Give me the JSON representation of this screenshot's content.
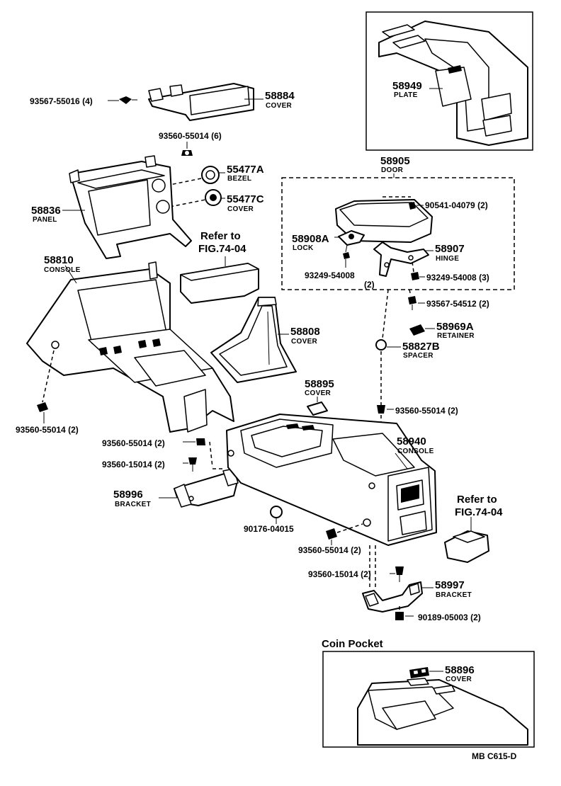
{
  "parts": {
    "cover_top": {
      "number": "58884",
      "name": "COVER"
    },
    "screw_top": {
      "number": "93567-55016 (4)"
    },
    "screw_6": {
      "number": "93560-55014 (6)"
    },
    "bezel": {
      "number": "55477A",
      "name": "BEZEL"
    },
    "cover_c": {
      "number": "55477C",
      "name": "COVER"
    },
    "panel": {
      "number": "58836",
      "name": "PANEL"
    },
    "console_front": {
      "number": "58810",
      "name": "CONSOLE"
    },
    "screw_front": {
      "number": "93560-55014 (2)"
    },
    "screw_bracket_a": {
      "number": "93560-55014 (2)"
    },
    "screw_bracket_b": {
      "number": "93560-15014 (2)"
    },
    "bracket_front": {
      "number": "58996",
      "name": "BRACKET"
    },
    "plug": {
      "number": "90176-04015"
    },
    "screw_rear_a": {
      "number": "93560-55014 (2)"
    },
    "screw_rear_b": {
      "number": "93560-15014 (2)"
    },
    "bracket_rear": {
      "number": "58997",
      "name": "BRACKET"
    },
    "nut_rear": {
      "number": "90189-05003 (2)"
    },
    "plate": {
      "number": "58949",
      "name": "PLATE"
    },
    "door": {
      "number": "58905",
      "name": "DOOR"
    },
    "bumper": {
      "number": "90541-04079 (2)"
    },
    "lock": {
      "number": "58908A",
      "name": "LOCK"
    },
    "hinge": {
      "number": "58907",
      "name": "HINGE"
    },
    "screw_lock": {
      "number": "93249-54008",
      "qty": "(2)"
    },
    "screw_hinge": {
      "number": "93249-54008 (3)"
    },
    "screw_door": {
      "number": "93567-54512 (2)"
    },
    "retainer": {
      "number": "58969A",
      "name": "RETAINER"
    },
    "spacer": {
      "number": "58827B",
      "name": "SPACER"
    },
    "shift_cover": {
      "number": "58808",
      "name": "COVER"
    },
    "small_cover": {
      "number": "58895",
      "name": "COVER"
    },
    "screw_mid": {
      "number": "93560-55014 (2)"
    },
    "console_rear": {
      "number": "58940",
      "name": "CONSOLE"
    },
    "coin_cover": {
      "number": "58896",
      "name": "COVER"
    }
  },
  "refs": {
    "left": {
      "line1": "Refer to",
      "line2": "FIG.74-04"
    },
    "right": {
      "line1": "Refer to",
      "line2": "FIG.74-04"
    }
  },
  "coin_pocket": {
    "title": "Coin Pocket"
  },
  "footer": {
    "code": "MB  C615-D"
  }
}
